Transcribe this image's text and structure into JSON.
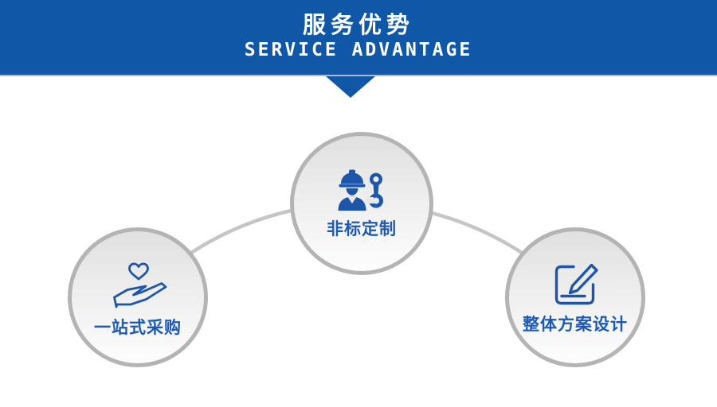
{
  "header": {
    "title": "服务优势",
    "subtitle": "SERVICE ADVANTAGE"
  },
  "services": [
    {
      "id": "one-stop-procurement",
      "label": "一站式采购",
      "icon": "heart-in-hand-icon"
    },
    {
      "id": "custom-fabrication",
      "label": "非标定制",
      "icon": "worker-wrench-icon"
    },
    {
      "id": "overall-solution-design",
      "label": "整体方案设计",
      "icon": "pencil-document-icon"
    }
  ],
  "colors": {
    "banner-blue": "#1157a8",
    "banner-edge": "#a9bdd9",
    "icon-blue": "#1d56a9",
    "label-blue": "#1c5ab5",
    "ring-gray": "#b4b4b4",
    "connector-gray": "#c5c5c5",
    "circle-top": "#e0e0e0",
    "circle-bottom": "#fdfdfd"
  }
}
